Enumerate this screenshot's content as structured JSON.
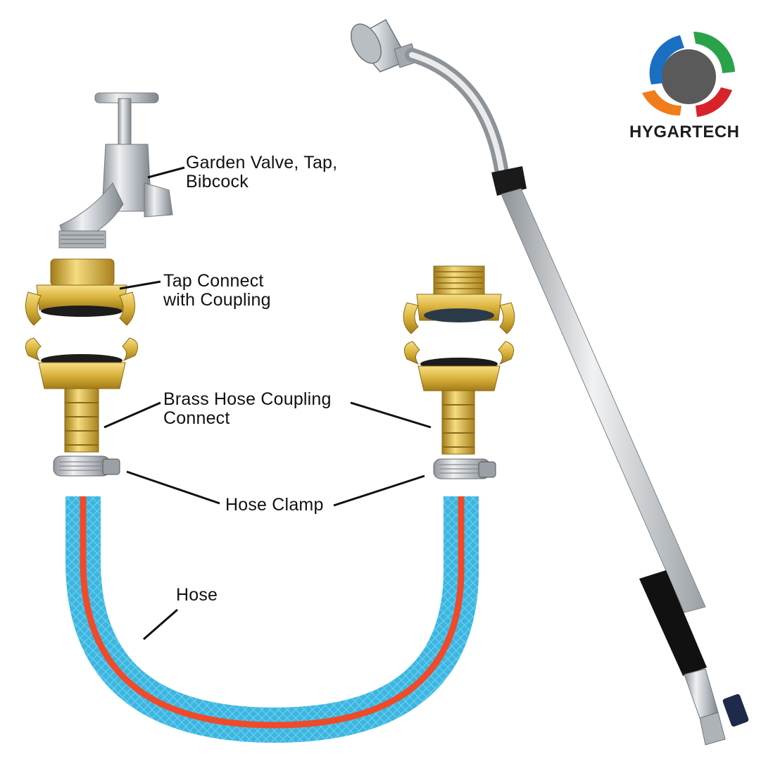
{
  "brand": {
    "name": "HYGARTECH"
  },
  "labels": {
    "garden_valve_line1": "Garden Valve, Tap,",
    "garden_valve_line2": "Bibcock",
    "tap_connect_line1": "Tap Connect",
    "tap_connect_line2": "with Coupling",
    "brass_coupling_line1": "Brass Hose Coupling",
    "brass_coupling_line2": "Connect",
    "hose_clamp": "Hose Clamp",
    "hose": "Hose"
  },
  "colors": {
    "brass": "#d9b23c",
    "steel": "#c9cdd1",
    "hose_blue": "#3bb6e0",
    "hose_red": "#ef4a2a",
    "logo_blue": "#1b6fc2",
    "logo_red": "#d8232a",
    "logo_green": "#2aa24a",
    "logo_orange": "#f07d1a",
    "logo_center": "#5a5a5a"
  }
}
